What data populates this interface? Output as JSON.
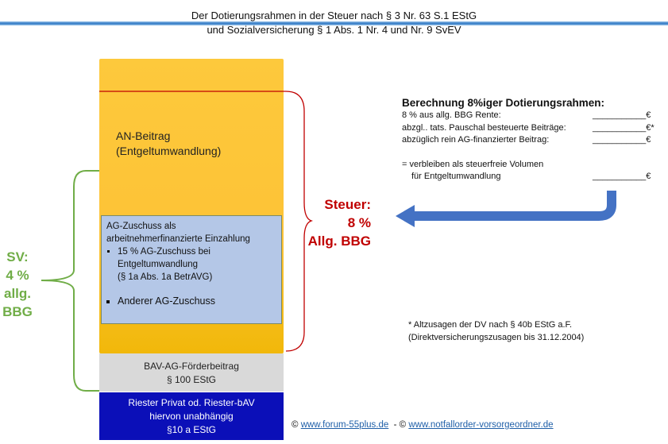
{
  "title": {
    "line1": "Der Dotierungsrahmen in der Steuer nach § 3 Nr. 63 S.1 EStG",
    "line2": "und Sozialversicherung  § 1 Abs. 1 Nr. 4 und Nr. 9 SvEV"
  },
  "an_beitrag": {
    "line1": "AN-Beitrag",
    "line2": "(Entgeltumwandlung)"
  },
  "ag_zuschuss": {
    "line1": "AG-Zuschuss als",
    "line2": "arbeitnehmerfinanzierte Einzahlung",
    "bullet1": "15 % AG-Zuschuss bei Entgeltumwandlung",
    "bullet1_ref": "(§ 1a Abs. 1a BetrAVG)",
    "bullet2": "Anderer AG-Zuschuss"
  },
  "foerder": {
    "line1": "BAV-AG-Förderbeitrag",
    "line2": "§ 100 EStG"
  },
  "riester": {
    "line1": "Riester Privat od. Riester-bAV",
    "line2": "hiervon unabhängig",
    "line3": "§10 a EStG"
  },
  "steuer": {
    "line1": "Steuer:",
    "line2": "8 %",
    "line3": "Allg. BBG"
  },
  "sv": {
    "line1": "SV:",
    "line2": "4 %",
    "line3": "allg.",
    "line4": "BBG"
  },
  "calc": {
    "heading": "Berechnung 8%iger Dotierungsrahmen:",
    "rows": [
      {
        "label": "8 % aus allg. BBG Rente:",
        "value": "___________€"
      },
      {
        "label": "abzgl.. tats. Pauschal besteuerte Beiträge:",
        "value": "___________€*"
      },
      {
        "label": "abzüglich rein AG-finanzierter Beitrag:",
        "value": "___________€"
      }
    ],
    "result1": "= verbleiben als steuerfreie Volumen",
    "result2": "für Entgeltumwandlung",
    "result_value": "___________€"
  },
  "note": {
    "line1": "* Altzusagen der DV nach § 40b EStG a.F.",
    "line2": "(Direktversicherungszusagen bis 31.12.2004)"
  },
  "footer": {
    "c1": "©",
    "link1": "www.forum-55plus.de",
    "sep": "- ©",
    "link2": "www.notfallorder-vorsorgeordner.de"
  },
  "colors": {
    "red": "#c00000",
    "green": "#70ad47",
    "arrow": "#4472c4"
  }
}
